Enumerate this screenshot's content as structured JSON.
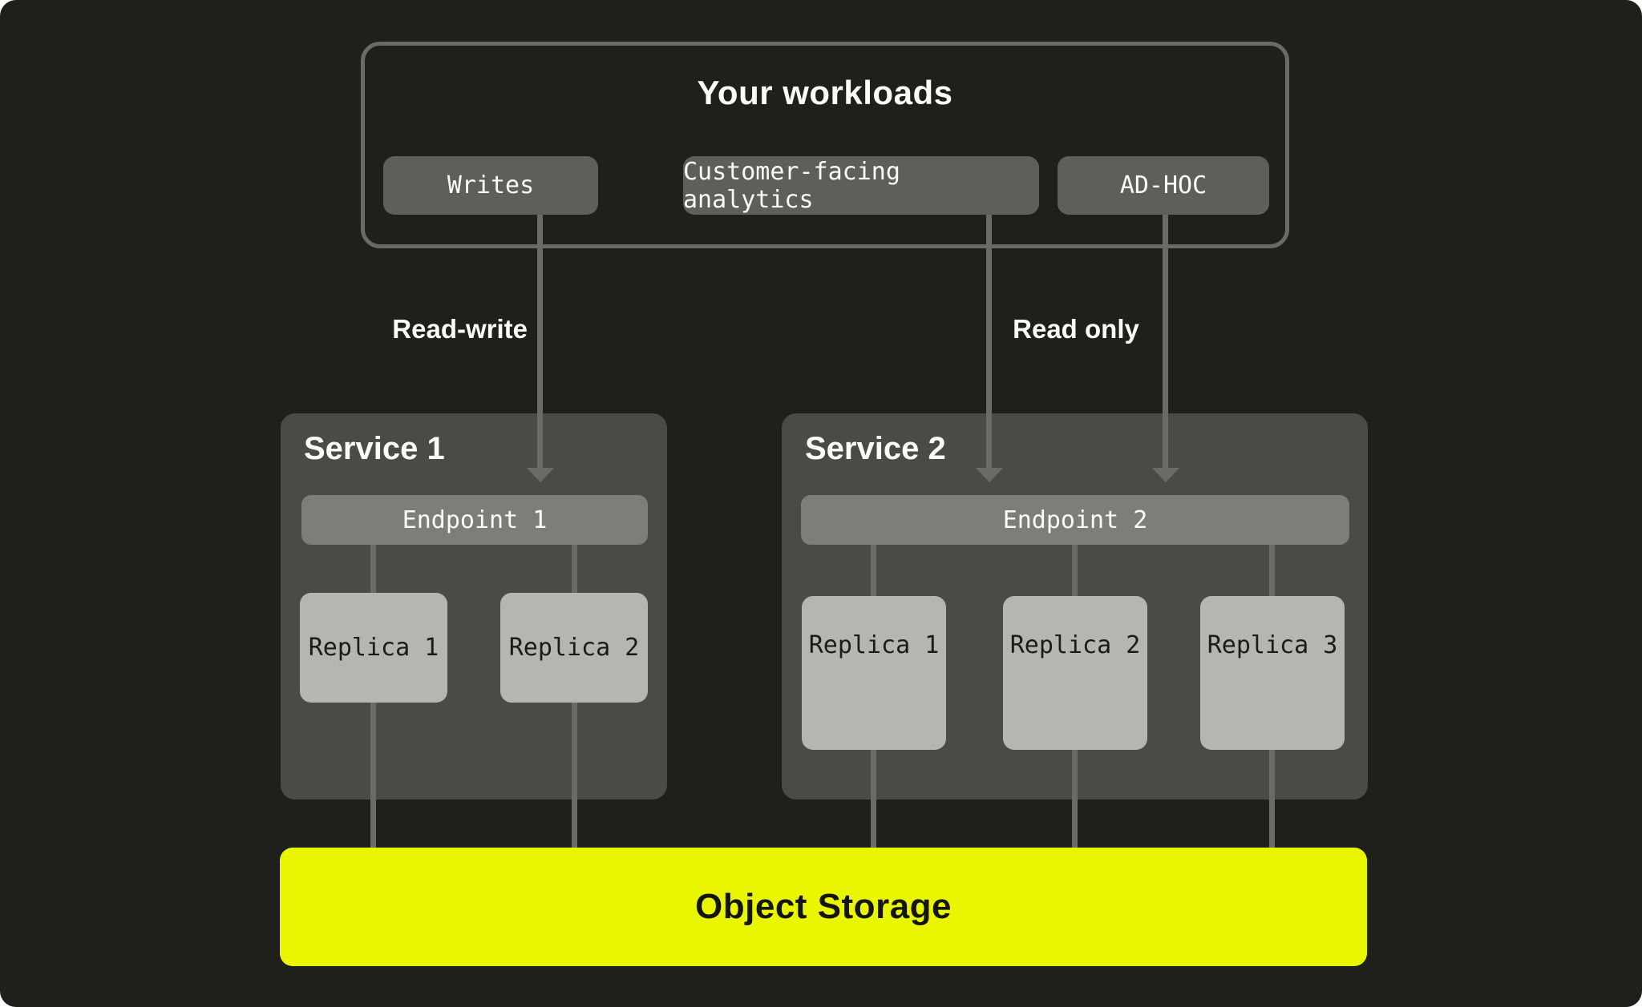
{
  "colors": {
    "page": "#FFFFFF",
    "panel": "#1F201B",
    "line": "#6A6B66",
    "chip": "#5E5F5B",
    "service_box": "#4A4B47",
    "endpoint_bar": "#7D7E7A",
    "replica_box": "#B5B5B2",
    "replica_text": "#1B1C17",
    "text_light": "#FAFAF8",
    "storage_bg": "#E9F501",
    "storage_text": "#15160B"
  },
  "workloads": {
    "title": "Your workloads",
    "chips": [
      {
        "label": "Writes"
      },
      {
        "label": "Customer-facing analytics"
      },
      {
        "label": "AD-HOC"
      }
    ]
  },
  "edges": {
    "read_write": "Read-write",
    "read_only": "Read only"
  },
  "services": [
    {
      "name": "Service 1",
      "endpoint": "Endpoint 1",
      "replicas": [
        "Replica 1",
        "Replica 2"
      ]
    },
    {
      "name": "Service 2",
      "endpoint": "Endpoint 2",
      "replicas": [
        "Replica 1",
        "Replica 2",
        "Replica 3"
      ]
    }
  ],
  "storage": {
    "label": "Object Storage"
  }
}
